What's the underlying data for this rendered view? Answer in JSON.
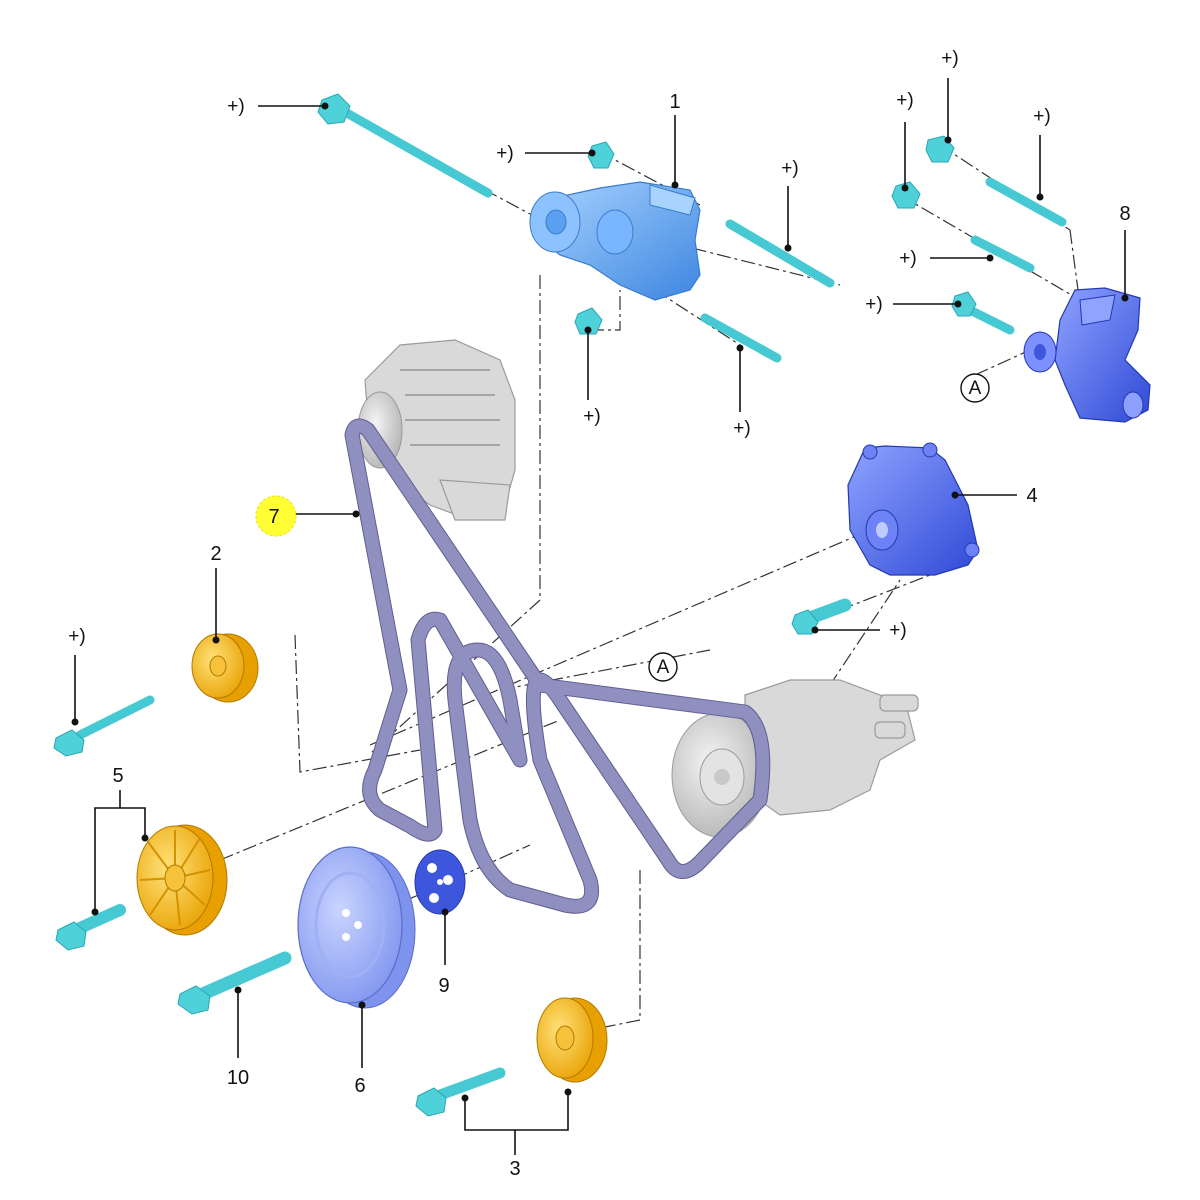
{
  "callouts": {
    "p1": "1",
    "p2": "2",
    "p3": "3",
    "p4": "4",
    "p5": "5",
    "p6": "6",
    "p7": "7",
    "p8": "8",
    "p9": "9",
    "p10": "10"
  },
  "markers": {
    "tighten": "+)",
    "ref_a": "A"
  },
  "colors": {
    "fastener": "#4fd1d9",
    "tensioner": "#63a8f0",
    "pulley": "#f2b21b",
    "belt": "#8f8fc0",
    "pump": "#4a62e6",
    "highlight": "#ffff33"
  }
}
